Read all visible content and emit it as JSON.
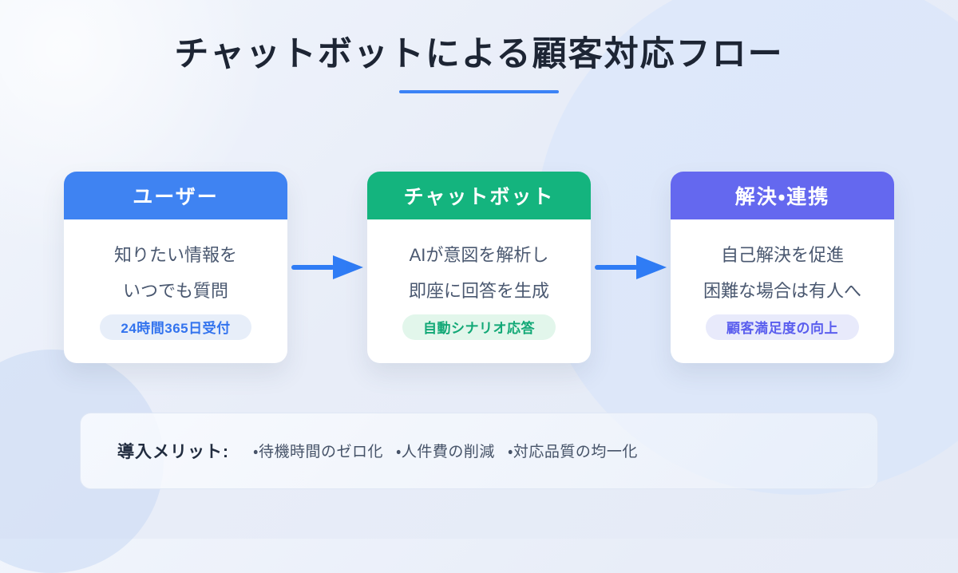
{
  "header": {
    "title": "チャットボットによる顧客対応フロー"
  },
  "colors": {
    "title_underline": "#3b82f6",
    "arrow": "#2f7cf5"
  },
  "cards": [
    {
      "title": "ユーザー",
      "lines": [
        "知りたい情報を",
        "いつでも質問"
      ],
      "badge": "24時間365日受付",
      "accent": "#3f83f2",
      "badge_bg": "#e7eef9",
      "badge_text": "#3273ee"
    },
    {
      "title": "チャットボット",
      "lines": [
        "AIが意図を解析し",
        "即座に回答を生成"
      ],
      "badge": "自動シナリオ応答",
      "accent": "#14b47e",
      "badge_bg": "#e2f6eb",
      "badge_text": "#11a876"
    },
    {
      "title": "解決・連携",
      "lines": [
        "自己解決を促進",
        "困難な場合は有人へ"
      ],
      "badge": "顧客満足度の向上",
      "accent": "#6468ef",
      "badge_bg": "#e8eafb",
      "badge_text": "#5a5eee"
    }
  ],
  "benefits": {
    "label": "導入メリット:",
    "items": [
      "・待機時間のゼロ化",
      "・人件費の削減",
      "・対応品質の均一化"
    ]
  }
}
